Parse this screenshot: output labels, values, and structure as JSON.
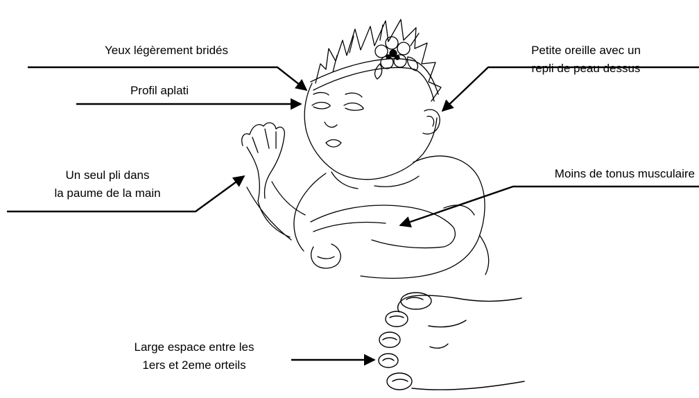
{
  "labels": {
    "eyes": "Yeux légèrement bridés",
    "profile": "Profil aplati",
    "palm_line1": "Un seul pli dans",
    "palm_line2": "la paume de la main",
    "ear_line1": "Petite oreille avec un",
    "ear_line2": "repli de peau dessus",
    "tone": "Moins de tonus musculaire",
    "toes_line1": "Large espace entre les",
    "toes_line2": "1ers et 2eme orteils"
  },
  "colors": {
    "ink": "#000000",
    "background": "#ffffff"
  }
}
